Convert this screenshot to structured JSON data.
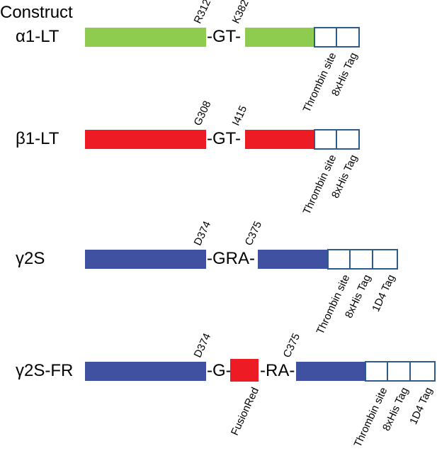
{
  "header": "Construct",
  "colors": {
    "green": "#8dcc4e",
    "red": "#ed1c24",
    "blue": "#3f51a0",
    "box_border": "#2f5b8a"
  },
  "constructs": [
    {
      "name": "α1-LT",
      "left_residue": "R312",
      "right_residue": "K382",
      "linker": "-GT-",
      "tags": [
        "Thrombin site",
        "8xHis Tag"
      ]
    },
    {
      "name": "β1-LT",
      "left_residue": "G308",
      "right_residue": "I415",
      "linker": "-GT-",
      "tags": [
        "Thrombin site",
        "8xHis Tag"
      ]
    },
    {
      "name": "γ2S",
      "left_residue": "D374",
      "right_residue": "C375",
      "linker": "-GRA-",
      "tags": [
        "Thrombin site",
        "8xHis Tag",
        "1D4 Tag"
      ]
    },
    {
      "name": "γ2S-FR",
      "left_residue": "D374",
      "right_residue": "C375",
      "linker_left": "-G-",
      "insert": "FusionRed",
      "linker_right": "-RA-",
      "tags": [
        "Thrombin site",
        "8xHis Tag",
        "1D4 Tag"
      ]
    }
  ]
}
